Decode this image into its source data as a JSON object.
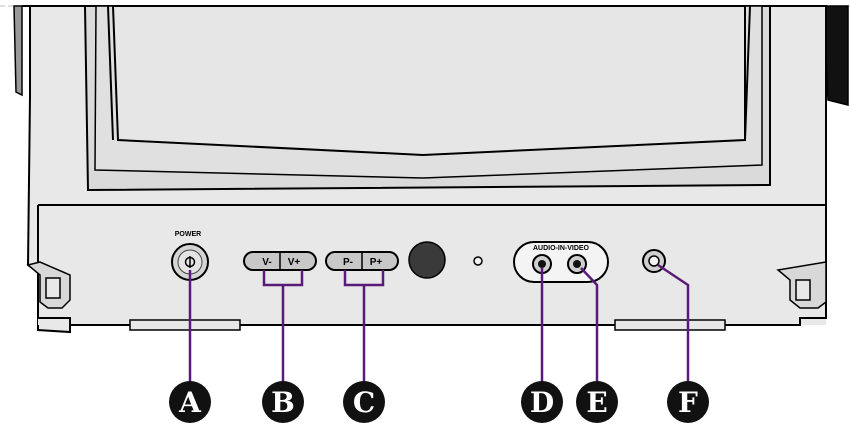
{
  "diagram": {
    "labels": {
      "power": "POWER",
      "volume_down": "V-",
      "volume_up": "V+",
      "program_down": "P-",
      "program_up": "P+",
      "audio_video_in": "AUDIO-IN-VIDEO"
    },
    "callouts": [
      "A",
      "B",
      "C",
      "D",
      "E",
      "F"
    ],
    "colors": {
      "tv_body": "#e8e8e8",
      "screen": "#e6e6e6",
      "outline": "#000000",
      "leader_line": "#5a1a7a",
      "badge": "#111111",
      "badge_text": "#ffffff",
      "sensor": "#3a3a3a"
    }
  }
}
